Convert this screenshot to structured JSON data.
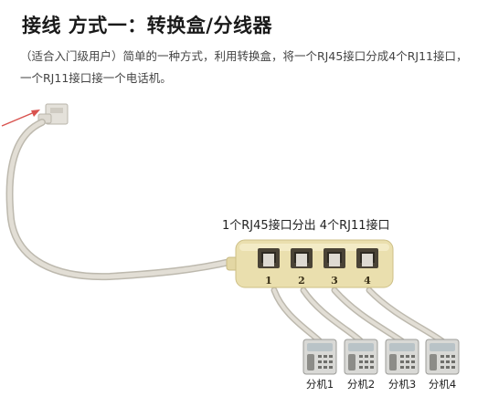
{
  "title": "接线 方式一：转换盒/分线器",
  "description": "（适合入门级用户）简单的一种方式，利用转换盒，将一个RJ45接口分成4个RJ11接口，一个RJ11接口接一个电话机。",
  "caption": "1个RJ45接口分出 4个RJ11接口",
  "ports": [
    "1",
    "2",
    "3",
    "4"
  ],
  "extensions": [
    "分机1",
    "分机2",
    "分机3",
    "分机4"
  ],
  "colors": {
    "cable": "#dcd8cf",
    "splitter": "#eadfae",
    "arrow": "#d9534f"
  },
  "icons": [
    "arrow-pointer",
    "rj45-plug",
    "splitter-box",
    "telephone"
  ]
}
